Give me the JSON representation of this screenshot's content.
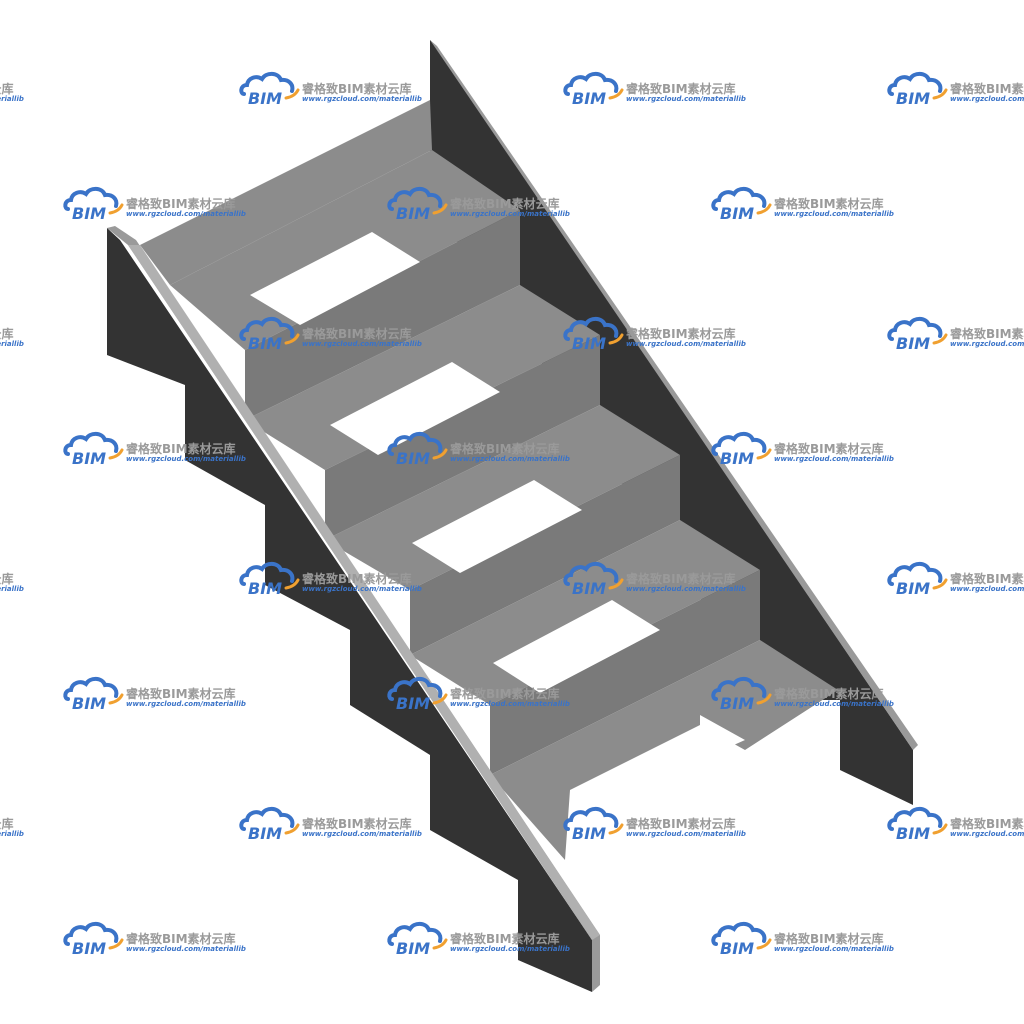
{
  "watermark": {
    "logo_text": "BIM",
    "title": "睿格致BIM素材云库",
    "url": "www.rgzcloud.com/materiallib"
  },
  "colors": {
    "background": "#ffffff",
    "stringer_dark": "#333333",
    "stringer_edge": "#9a9a9a",
    "tread_top": "#8c8c8c",
    "riser_face": "#7a7a7a",
    "wm_blue": "#3a73c8",
    "wm_orange": "#f0a030",
    "wm_gray": "#9a9a9a"
  }
}
